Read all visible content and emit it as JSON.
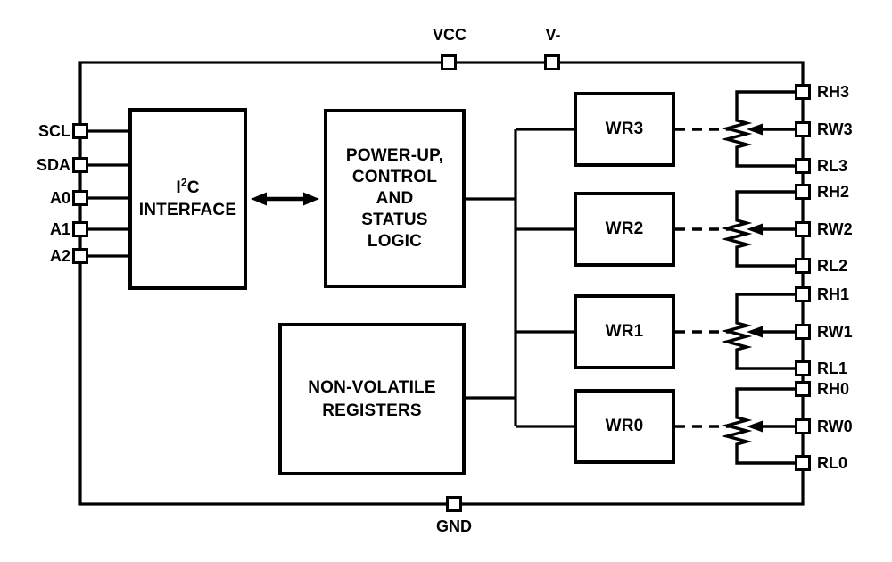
{
  "pins": {
    "top": [
      {
        "name": "VCC"
      },
      {
        "name": "V-"
      }
    ],
    "bottom": [
      {
        "name": "GND"
      }
    ],
    "left": [
      {
        "name": "SCL"
      },
      {
        "name": "SDA"
      },
      {
        "name": "A0"
      },
      {
        "name": "A1"
      },
      {
        "name": "A2"
      }
    ]
  },
  "blocks": {
    "i2c": {
      "base1": "I",
      "sup": "2",
      "base2": "C",
      "line2": "INTERFACE"
    },
    "power": {
      "line1": "POWER-UP,",
      "line2": "CONTROL",
      "line3": "AND",
      "line4": "STATUS",
      "line5": "LOGIC"
    },
    "nv": {
      "line1": "NON-VOLATILE",
      "line2": "REGISTERS"
    }
  },
  "channels": [
    {
      "register": "WR3",
      "rh": "RH3",
      "rw": "RW3",
      "rl": "RL3"
    },
    {
      "register": "WR2",
      "rh": "RH2",
      "rw": "RW2",
      "rl": "RL2"
    },
    {
      "register": "WR1",
      "rh": "RH1",
      "rw": "RW1",
      "rl": "RL1"
    },
    {
      "register": "WR0",
      "rh": "RH0",
      "rw": "RW0",
      "rl": "RL0"
    }
  ],
  "colors": {
    "line": "#000000",
    "background": "#ffffff"
  }
}
